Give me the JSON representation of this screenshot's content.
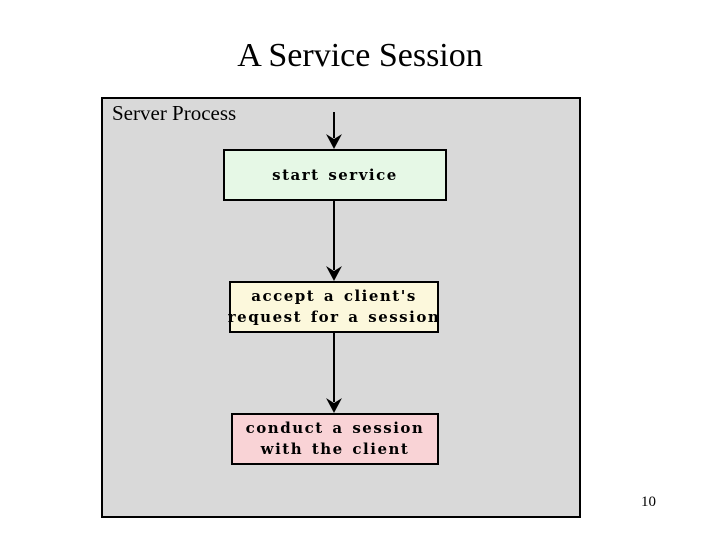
{
  "slide": {
    "title": "A Service Session",
    "page_number": "10",
    "background": "#ffffff"
  },
  "panel": {
    "label": "Server Process",
    "background": "#d9d9d9",
    "border_color": "#000000"
  },
  "flowchart": {
    "type": "flow",
    "direction": "top-down",
    "connector_color": "#000000",
    "nodes": [
      {
        "id": "start-service",
        "lines": [
          "start service"
        ],
        "fill": "#e6f8e6"
      },
      {
        "id": "accept-request",
        "lines": [
          "accept a client's",
          "request for a session"
        ],
        "fill": "#fcf8dc"
      },
      {
        "id": "conduct-session",
        "lines": [
          "conduct a session",
          "with the client"
        ],
        "fill": "#f9d3d6"
      }
    ],
    "edges": [
      {
        "from": "panel-top",
        "to": "start-service"
      },
      {
        "from": "start-service",
        "to": "accept-request"
      },
      {
        "from": "accept-request",
        "to": "conduct-session"
      }
    ]
  }
}
